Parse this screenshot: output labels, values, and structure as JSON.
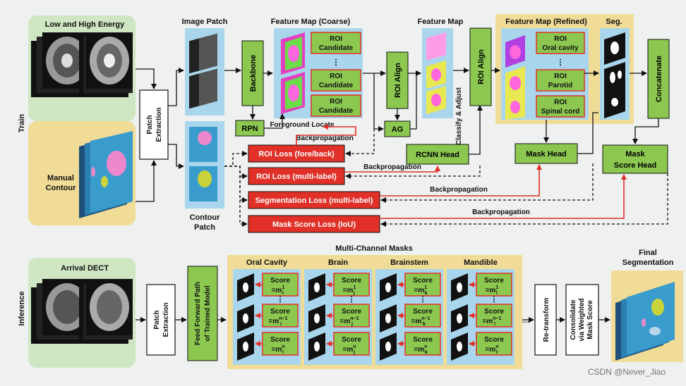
{
  "train": {
    "section_label": "Train",
    "input_title": "Low and High Energy",
    "manual_contour": [
      "Manual",
      "Contour"
    ],
    "patch_extraction": [
      "Patch",
      "Extraction"
    ],
    "image_patch": "Image Patch",
    "contour_patch": [
      "Contour",
      "Patch"
    ],
    "backbone": "Backbone",
    "feature_map_coarse": "Feature Map (Coarse)",
    "roi_candidate": [
      "ROI",
      "Candidate"
    ],
    "dots": "⋮",
    "rpn": "RPN",
    "foreground_locate": "Foreground Locate",
    "roi_align": "ROI Align",
    "ag": "AG",
    "feature_map": "Feature Map",
    "classify_adjust": "Classify & Adjust",
    "rcnn_head": "RCNN Head",
    "feature_map_refined": "Feature Map (Refined)",
    "roi_oral": [
      "ROI",
      "Oral cavity"
    ],
    "roi_parotid": [
      "ROI",
      "Parotid"
    ],
    "roi_spinal": [
      "ROI",
      "Spinal cord"
    ],
    "seg": "Seg.",
    "concatenate": "Concatenate",
    "mask_head": "Mask Head",
    "mask_score_head": [
      "Mask",
      "Score Head"
    ],
    "loss_roi_fb": "ROI Loss (fore/back)",
    "loss_roi_ml": "ROI Loss (multi-label)",
    "loss_seg": "Segmentation Loss (multi-label)",
    "loss_mask_score": "Mask Score Loss (IoU)",
    "backprop": "Backpropagation"
  },
  "inference": {
    "section_label": "Inference",
    "input_title": "Arrival DECT",
    "patch_extraction": [
      "Patch",
      "Extraction"
    ],
    "feed_forward": [
      "Feed Forward Path",
      "of Trained Model"
    ],
    "multi_channel_title": "Multi-Channel Masks",
    "organs": [
      "Oral Cavity",
      "Brain",
      "Brainstem",
      "Mandible"
    ],
    "score_label": "Score",
    "score_values": [
      [
        "=m",
        "=m",
        "=m"
      ],
      [
        "=m",
        "=m",
        "=m"
      ],
      [
        "=m",
        "=m",
        "=m"
      ],
      [
        "=m",
        "=m",
        "=m"
      ]
    ],
    "subscripts": [
      "i",
      "j",
      "k",
      "l"
    ],
    "superscripts": [
      "1",
      "n−1",
      "n"
    ],
    "ellipsis": "…",
    "retransform": "Re-transform",
    "consolidate": [
      "Consolidate",
      "via Weighted",
      "Mask Score"
    ],
    "final_segmentation": [
      "Final",
      "Segmentation"
    ]
  },
  "watermark": "CSDN @Never_Jiao",
  "colors": {
    "green_box": "#8cc850",
    "red_box": "#e03028",
    "blue_panel": "#a9d6ec",
    "yellow_panel": "#f0dc96",
    "light_green_panel": "#cfe6c2"
  }
}
